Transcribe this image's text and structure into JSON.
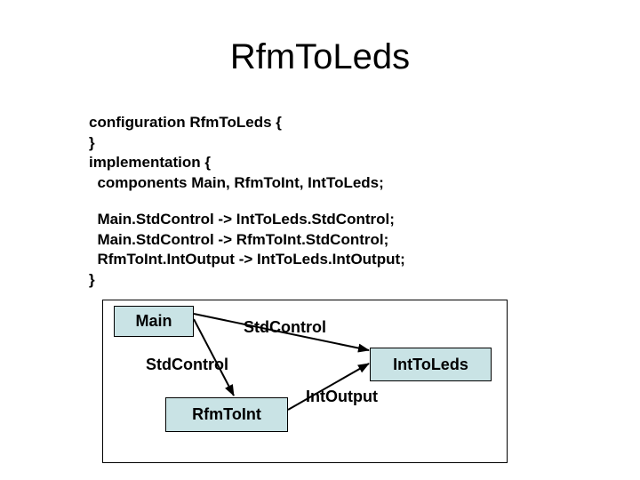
{
  "title": "RfmToLeds",
  "code_block1": {
    "lines": [
      "configuration RfmToLeds {",
      "}",
      "implementation {",
      "  components Main, RfmToInt, IntToLeds;"
    ]
  },
  "code_block2": {
    "lines": [
      "  Main.StdControl -> IntToLeds.StdControl;",
      "  Main.StdControl -> RfmToInt.StdControl;",
      "  RfmToInt.IntOutput -> IntToLeds.IntOutput;",
      "}"
    ]
  },
  "diagram": {
    "nodes": [
      {
        "id": "main",
        "label": "Main"
      },
      {
        "id": "inttoleds",
        "label": "IntToLeds"
      },
      {
        "id": "rfmtoint",
        "label": "RfmToInt"
      }
    ],
    "edge_labels": [
      {
        "id": "stdcontrol-top",
        "text": "StdControl"
      },
      {
        "id": "stdcontrol-left",
        "text": "StdControl"
      },
      {
        "id": "intoutput",
        "text": "IntOutput"
      }
    ],
    "edges": [
      {
        "from": "Main.StdControl",
        "to": "IntToLeds.StdControl",
        "label": "StdControl"
      },
      {
        "from": "Main.StdControl",
        "to": "RfmToInt.StdControl",
        "label": "StdControl"
      },
      {
        "from": "RfmToInt.IntOutput",
        "to": "IntToLeds.IntOutput",
        "label": "IntOutput"
      }
    ],
    "colors": {
      "node_fill": "#c9e3e5",
      "node_border": "#000000",
      "arrow": "#000000",
      "background": "#ffffff"
    }
  }
}
